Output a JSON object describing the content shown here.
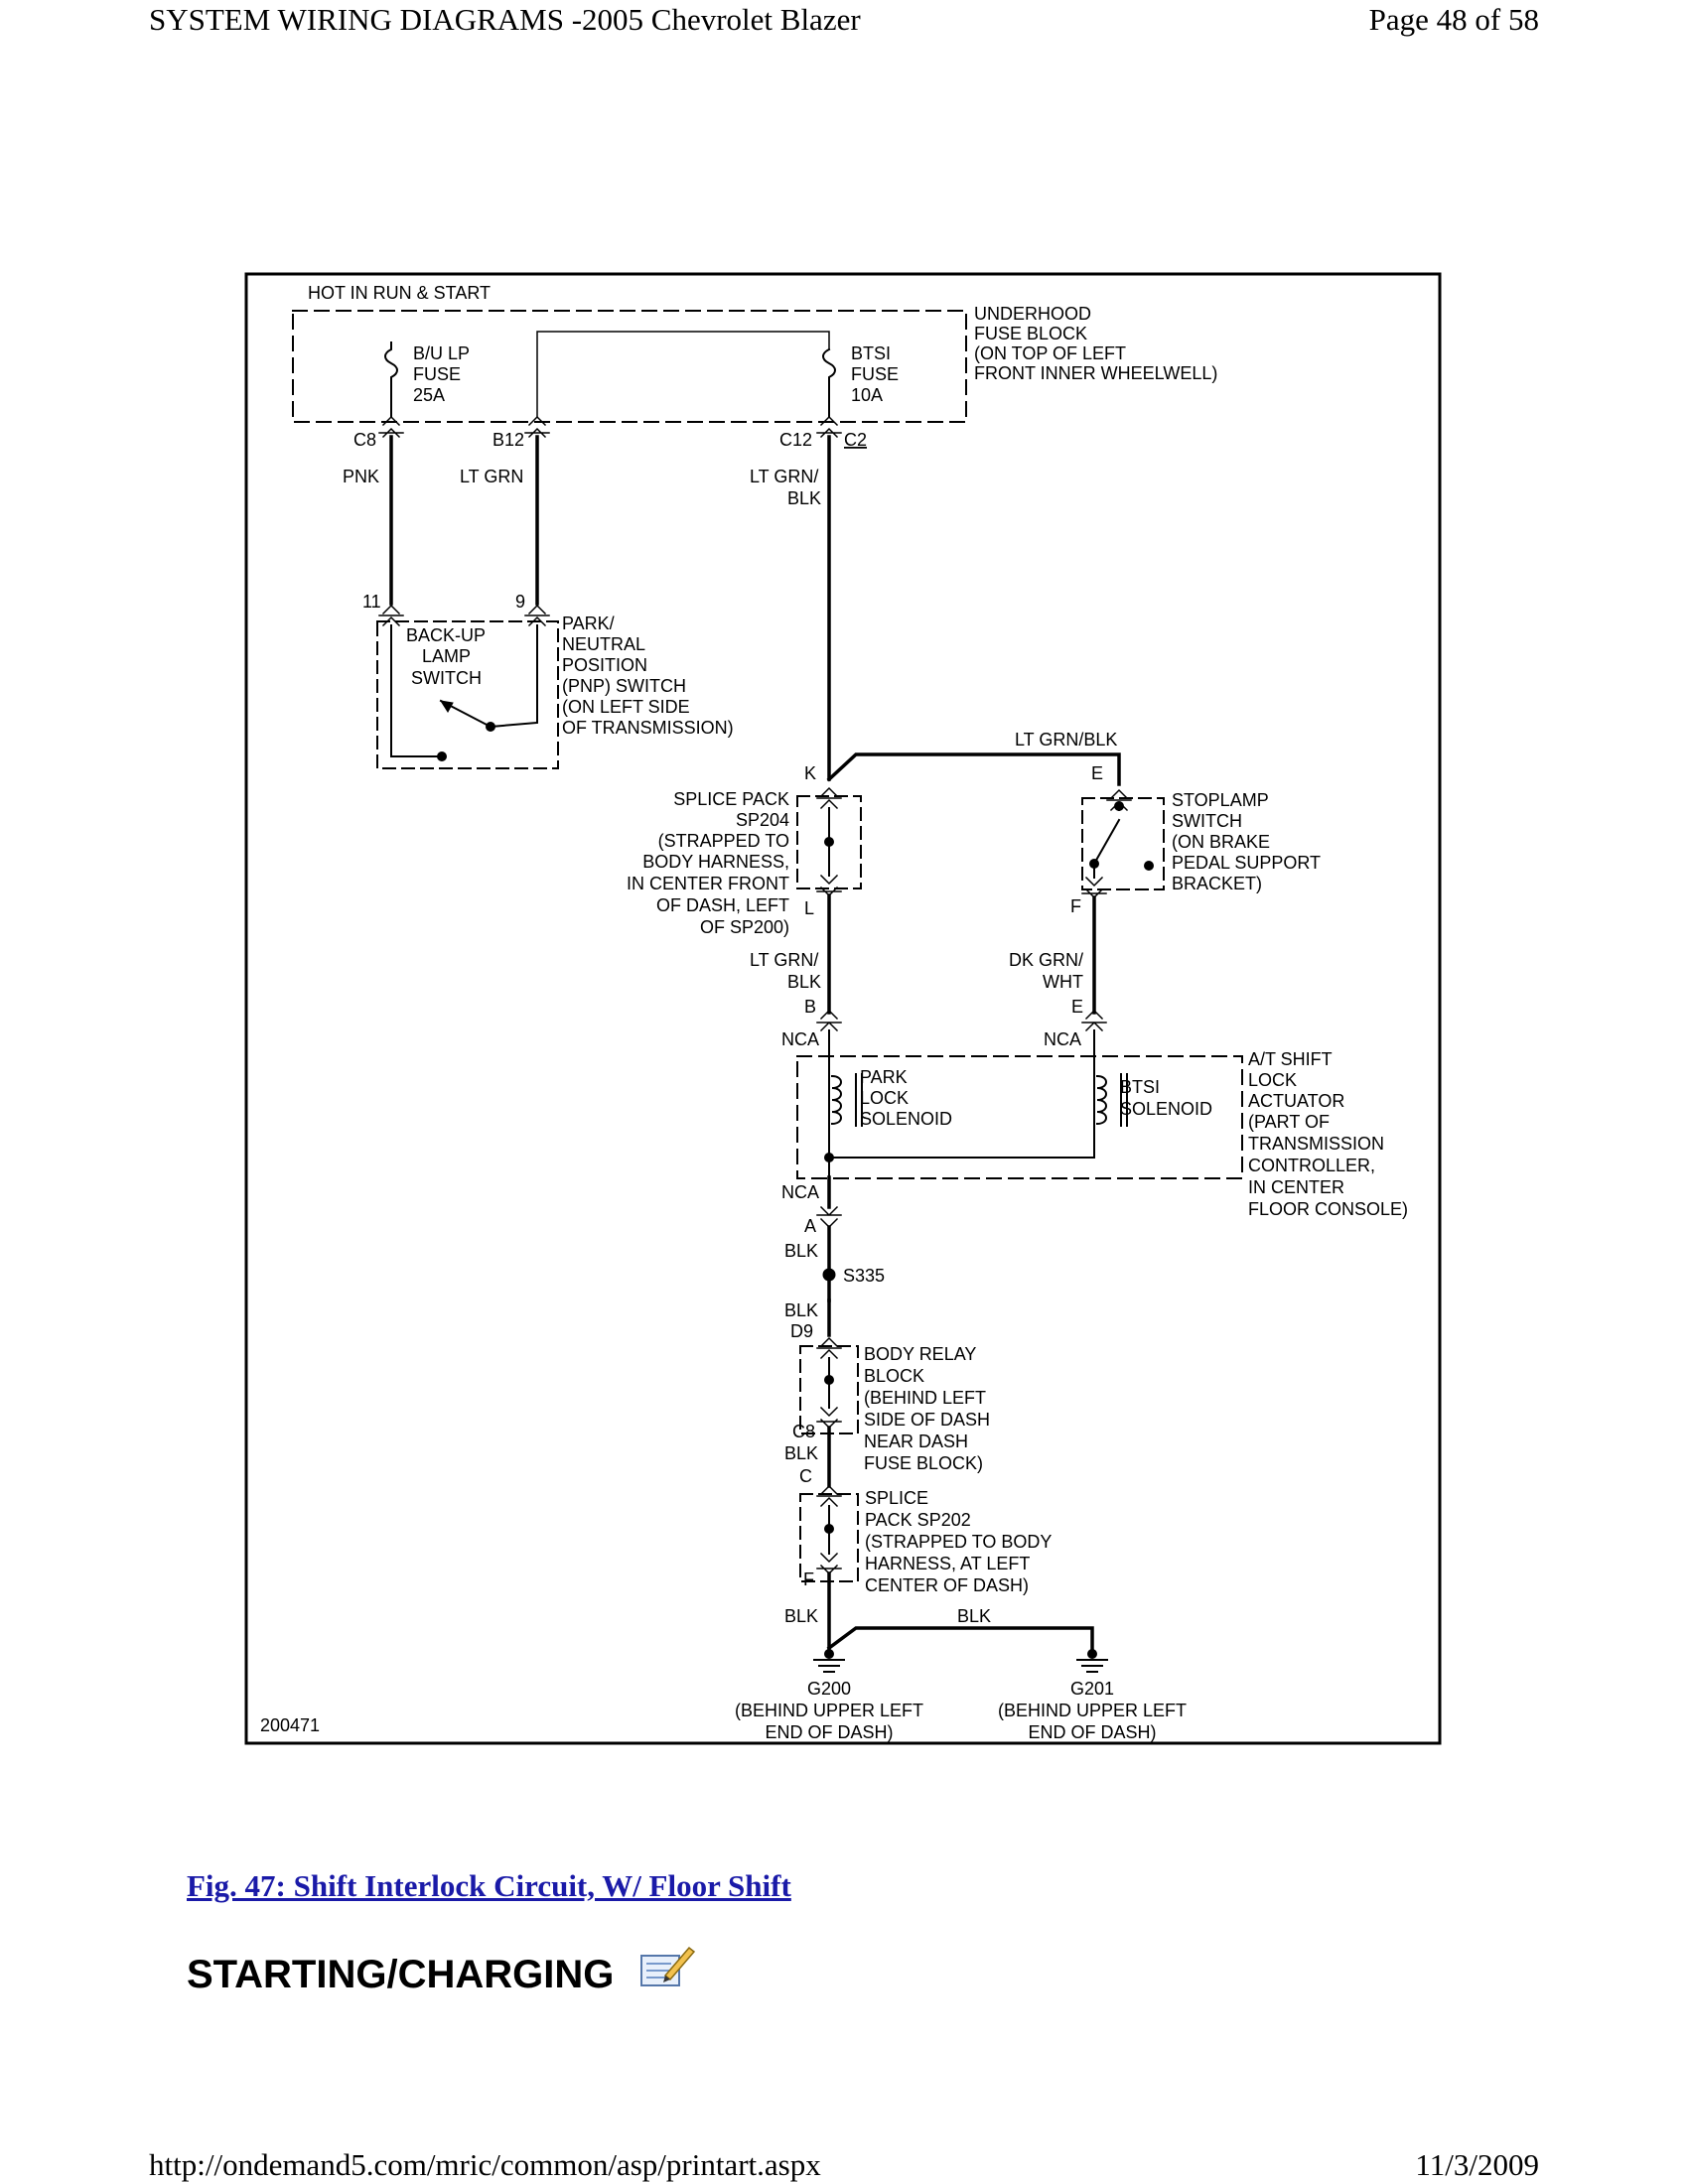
{
  "header": {
    "title": "SYSTEM WIRING DIAGRAMS -2005 Chevrolet Blazer",
    "page": "Page 48 of 58"
  },
  "footer": {
    "url": "http://ondemand5.com/mric/common/asp/printart.aspx",
    "date": "11/3/2009"
  },
  "caption": "Fig. 47: Shift Interlock Circuit, W/ Floor Shift",
  "section_heading": "STARTING/CHARGING",
  "icons": {
    "note": "edit-note-icon"
  },
  "diagram": {
    "figure_id": "200471",
    "hot_label": "HOT IN RUN & START",
    "underhood": [
      "UNDERHOOD",
      "FUSE BLOCK",
      "(ON TOP OF LEFT",
      "FRONT INNER WHEELWELL)"
    ],
    "fuse1": [
      "B/U LP",
      "FUSE",
      "25A"
    ],
    "fuse2": [
      "BTSI",
      "FUSE",
      "10A"
    ],
    "pins_top": {
      "c8": "C8",
      "b12": "B12",
      "c12": "C12",
      "c2": "C2"
    },
    "wires": {
      "pnk": "PNK",
      "ltgrn": "LT GRN",
      "ltgrnblk_1": [
        "LT GRN/",
        "BLK"
      ],
      "ltgrnblk_top": "LT GRN/BLK",
      "ltgrnblk_2": [
        "LT GRN/",
        "BLK"
      ],
      "dkgrnwht": [
        "DK GRN/",
        "WHT"
      ],
      "blk_1": "BLK",
      "blk_2": "BLK",
      "blk_3": "BLK",
      "blk_4": "BLK",
      "blk_5": "BLK"
    },
    "pnp_pins": {
      "p11": "11",
      "p9": "9"
    },
    "backup_switch": [
      "BACK-UP",
      "LAMP",
      "SWITCH"
    ],
    "pnp": [
      "PARK/",
      "NEUTRAL",
      "POSITION",
      "(PNP) SWITCH",
      "(ON LEFT SIDE",
      "OF TRANSMISSION)"
    ],
    "sp204_pins": {
      "k": "K",
      "l": "L"
    },
    "sp204": [
      "SPLICE PACK",
      "SP204",
      "(STRAPPED TO",
      "BODY HARNESS,",
      "IN CENTER FRONT",
      "OF DASH, LEFT",
      "OF SP200)"
    ],
    "stoplamp_pins": {
      "e": "E",
      "f": "F"
    },
    "stoplamp": [
      "STOPLAMP",
      "SWITCH",
      "(ON BRAKE",
      "PEDAL SUPPORT",
      "BRACKET)"
    ],
    "actuator_pins": {
      "b": "B",
      "e": "E",
      "nca1": "NCA",
      "nca2": "NCA",
      "nca3": "NCA",
      "a": "A"
    },
    "park_lock": [
      "PARK",
      "LOCK",
      "SOLENOID"
    ],
    "btsi_sol": [
      "BTSI",
      "SOLENOID"
    ],
    "actuator": [
      "A/T SHIFT",
      "LOCK",
      "ACTUATOR",
      "(PART OF",
      "TRANSMISSION",
      "CONTROLLER,",
      "IN CENTER",
      "FLOOR CONSOLE)"
    ],
    "splice_s335": "S335",
    "relay_pins": {
      "d9": "D9",
      "c8": "C8"
    },
    "body_relay": [
      "BODY RELAY",
      "BLOCK",
      "(BEHIND LEFT",
      "SIDE OF DASH",
      "NEAR DASH",
      "FUSE BLOCK)"
    ],
    "sp202_pins": {
      "c": "C",
      "f": "F"
    },
    "sp202": [
      "SPLICE",
      "PACK SP202",
      "(STRAPPED TO BODY",
      "HARNESS, AT LEFT",
      "CENTER OF DASH)"
    ],
    "g200": [
      "G200",
      "(BEHIND UPPER LEFT",
      "END OF DASH)"
    ],
    "g201": [
      "G201",
      "(BEHIND UPPER LEFT",
      "END OF DASH)"
    ]
  }
}
